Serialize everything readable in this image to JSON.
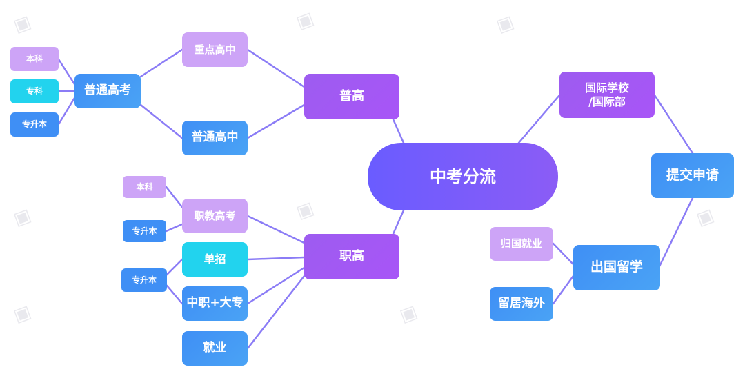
{
  "colors": {
    "edge": "#8b7cf6",
    "center": "#6a5cff",
    "purple": "#a855f7",
    "lavender": "#cda4f7",
    "blue": "#3f8ff5",
    "cyan": "#22d3ee"
  },
  "center": "中考分流",
  "putong": {
    "label": "普高",
    "putong_gaokao": "普通高考",
    "zhongdian": "重点高中",
    "putong_gaozhong": "普通高中",
    "benke": "本科",
    "zhuanke": "专科",
    "zhuanshengben": "专升本"
  },
  "zhigao": {
    "label": "职高",
    "zhijiao_gaokao": "职教高考",
    "benke": "本科",
    "zhuanshengben_1": "专升本",
    "danzhao": "单招",
    "zhuanshengben_2": "专升本",
    "zhongzhi_dazhuan": "中职+大专",
    "jiuye": "就业"
  },
  "guoji": {
    "school_line1": "国际学校",
    "school_line2": "/国际部",
    "apply": "提交申请",
    "study_abroad": "出国留学",
    "return_work": "归国就业",
    "stay_abroad": "留居海外"
  }
}
